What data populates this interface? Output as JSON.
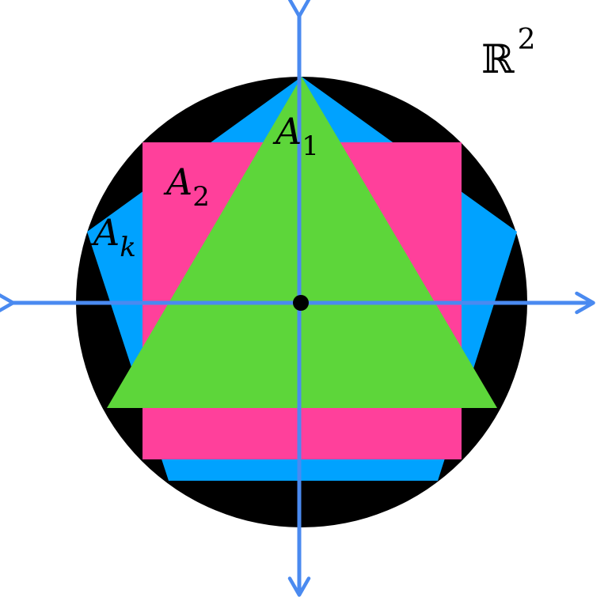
{
  "title_space": {
    "symbol": "ℝ",
    "exponent": "2"
  },
  "labels": [
    {
      "base": "A",
      "sub": "1"
    },
    {
      "base": "A",
      "sub": "2"
    },
    {
      "base": "A",
      "sub": "k"
    }
  ],
  "colors": {
    "disk": "#000000",
    "pentagon": "#00a2ff",
    "square": "#ff409b",
    "triangle": "#5dd63a",
    "axes": "#4a8af0",
    "origin": "#000000"
  }
}
